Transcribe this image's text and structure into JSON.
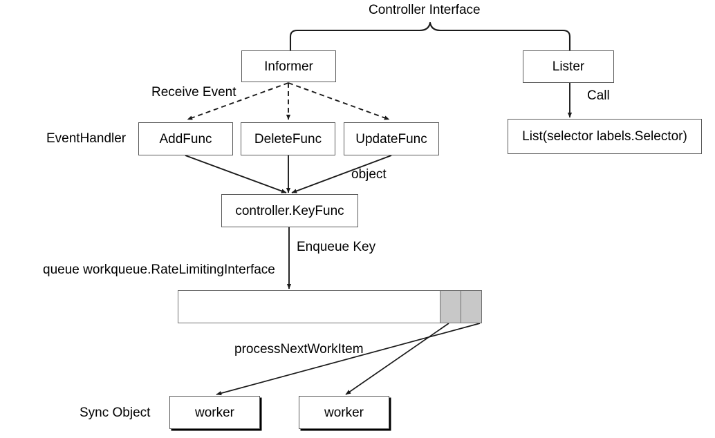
{
  "diagram": {
    "title_label": "Controller Interface",
    "groups": {
      "event_handler_label": "EventHandler",
      "queue_label": "queue workqueue.RateLimitingInterface",
      "sync_object_label": "Sync Object"
    },
    "nodes": {
      "informer": "Informer",
      "lister": "Lister",
      "add_func": "AddFunc",
      "delete_func": "DeleteFunc",
      "update_func": "UpdateFunc",
      "list_selector": "List(selector labels.Selector)",
      "key_func": "controller.KeyFunc",
      "worker_one": "worker",
      "worker_two": "worker"
    },
    "edge_labels": {
      "receive_event": "Receive Event",
      "call": "Call",
      "object": "object",
      "enqueue_key": "Enqueue Key",
      "process_next_work_item": "processNextWorkItem"
    },
    "colors": {
      "background": "#ffffff",
      "box_stroke": "#595959",
      "line_stroke": "#1a1a1a",
      "queue_cell_fill": "#c8c8c8",
      "queue_stroke": "#707070",
      "text": "#000000"
    }
  }
}
